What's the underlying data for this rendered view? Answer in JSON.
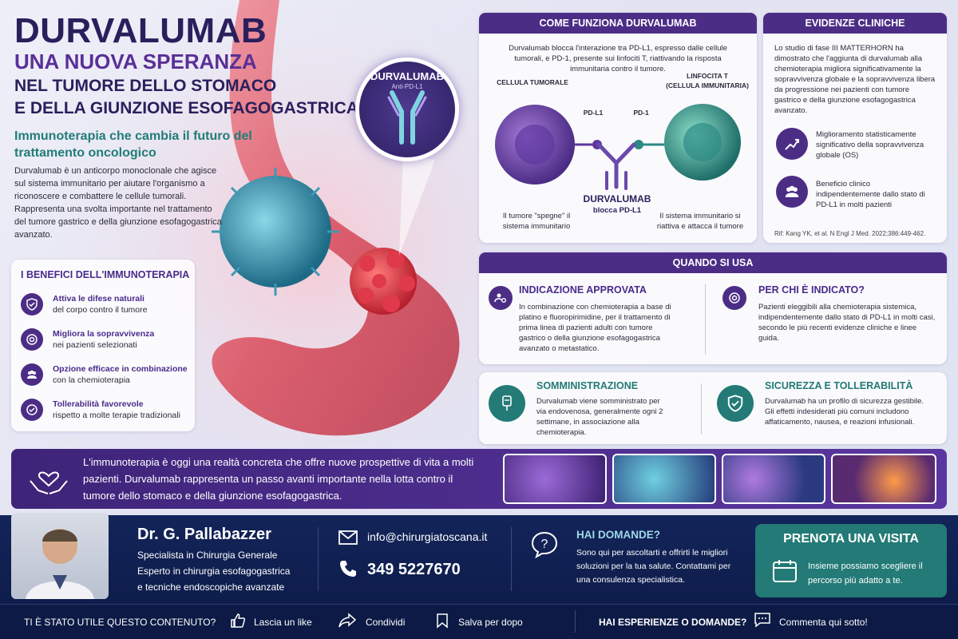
{
  "hero": {
    "title": "DURVALUMAB",
    "subtitle": "UNA NUOVA SPERANZA",
    "line3": "NEL TUMORE DELLO STOMACO",
    "line4": "E DELLA GIUNZIONE ESOFAGOGASTRICA",
    "tagline": "Immunoterapia che cambia il futuro del trattamento oncologico",
    "intro": "Durvalumab è un anticorpo monoclonale che agisce sul sistema immunitario per aiutare l'organismo a riconoscere e combattere le cellule tumorali. Rappresenta una svolta importante nel trattamento del tumore gastrico e della giunzione esofagogastrica avanzato.",
    "magnifier_title": "DURVALUMAB",
    "magnifier_sub": "Anti-PD-L1"
  },
  "benefits": {
    "title": "I BENEFICI DELL'IMMUNOTERAPIA",
    "items": [
      {
        "bold": "Attiva le difese naturali",
        "text": "del corpo contro il tumore",
        "icon": "shield-icon"
      },
      {
        "bold": "Migliora la sopravvivenza",
        "text": "nei pazienti selezionati",
        "icon": "target-icon"
      },
      {
        "bold": "Opzione efficace in combinazione",
        "text": "con la chemioterapia",
        "icon": "people-icon"
      },
      {
        "bold": "Tollerabilità favorevole",
        "text": "rispetto a molte terapie tradizionali",
        "icon": "check-icon"
      }
    ]
  },
  "come": {
    "header": "COME FUNZIONA DURVALUMAB",
    "desc": "Durvalumab blocca l'interazione tra PD-L1, espresso dalle cellule tumorali, e PD-1, presente sui linfociti T, riattivando la risposta immunitaria contro il tumore.",
    "cell_tumor_label": "CELLULA TUMORALE",
    "cell_immune_label1": "LINFOCITA T",
    "cell_immune_label2": "(CELLULA IMMUNITARIA)",
    "pdl1": "PD-L1",
    "pd1": "PD-1",
    "drug_label": "DURVALUMAB",
    "drug_sub": "blocca PD-L1",
    "left_caption": "Il tumore \"spegne\" il sistema immunitario",
    "right_caption": "Il sistema immunitario si riattiva e attacca il tumore"
  },
  "evidenze": {
    "header": "EVIDENZE CLINICHE",
    "text": "Lo studio di fase III MATTERHORN ha dimostrato che l'aggiunta di durvalumab alla chemioterapia migliora significativamente la sopravvivenza globale e la sopravvivenza libera da progressione nei pazienti con tumore gastrico e della giunzione esofagogastrica avanzato.",
    "item1": "Miglioramento statisticamente significativo della sopravvivenza globale (OS)",
    "item2": "Beneficio clinico indipendentemente dallo stato di PD-L1 in molti pazienti",
    "ref": "Rif: Kang YK, et al. N Engl J Med. 2022;386:449-462."
  },
  "quando": {
    "header": "QUANDO SI USA",
    "ind_title": "INDICAZIONE APPROVATA",
    "ind_text": "In combinazione con chemioterapia a base di platino e fluoropirimidine, per il trattamento di prima linea di pazienti adulti con tumore gastrico o della giunzione esofagogastrica avanzato o metastatico.",
    "chi_title": "PER CHI È INDICATO?",
    "chi_text": "Pazienti eleggibili alla chemioterapia sistemica, indipendentemente dallo stato di PD-L1 in molti casi, secondo le più recenti evidenze cliniche e linee guida."
  },
  "somm": {
    "title": "SOMMINISTRAZIONE",
    "text": "Durvalumab viene somministrato per via endovenosa, generalmente ogni 2 settimane, in associazione alla chemioterapia.",
    "sic_title": "SICUREZZA E TOLLERABILITÀ",
    "sic_text": "Durvalumab ha un profilo di sicurezza gestibile. Gli effetti indesiderati più comuni includono affaticamento, nausea, e reazioni infusionali."
  },
  "banner": {
    "text": "L'immunoterapia è oggi una realtà concreta che offre nuove prospettive di vita a molti pazienti. Durvalumab rappresenta un passo avanti importante nella lotta contro il tumore dello stomaco e della giunzione esofagogastrica."
  },
  "footer": {
    "doctor": "Dr. G. Pallabazzer",
    "role1": "Specialista in Chirurgia Generale",
    "role2": "Esperto in chirurgia esofagogastrica",
    "role3": "e tecniche endoscopiche avanzate",
    "email": "info@chirurgiatoscana.it",
    "phone": "349 5227670",
    "q_title": "HAI DOMANDE?",
    "q_text": "Sono qui per ascoltarti e offrirti le migliori soluzioni per la tua salute. Contattami per una consulenza specialistica.",
    "cta_title": "PRENOTA UNA VISITA",
    "cta_text": "Insieme possiamo scegliere il percorso più adatto a te."
  },
  "bottombar": {
    "q": "TI È STATO UTILE QUESTO CONTENUTO?",
    "like": "Lascia un like",
    "share": "Condividi",
    "save": "Salva per dopo",
    "exp": "HAI ESPERIENZE O DOMANDE?",
    "comment": "Commenta qui sotto!"
  }
}
